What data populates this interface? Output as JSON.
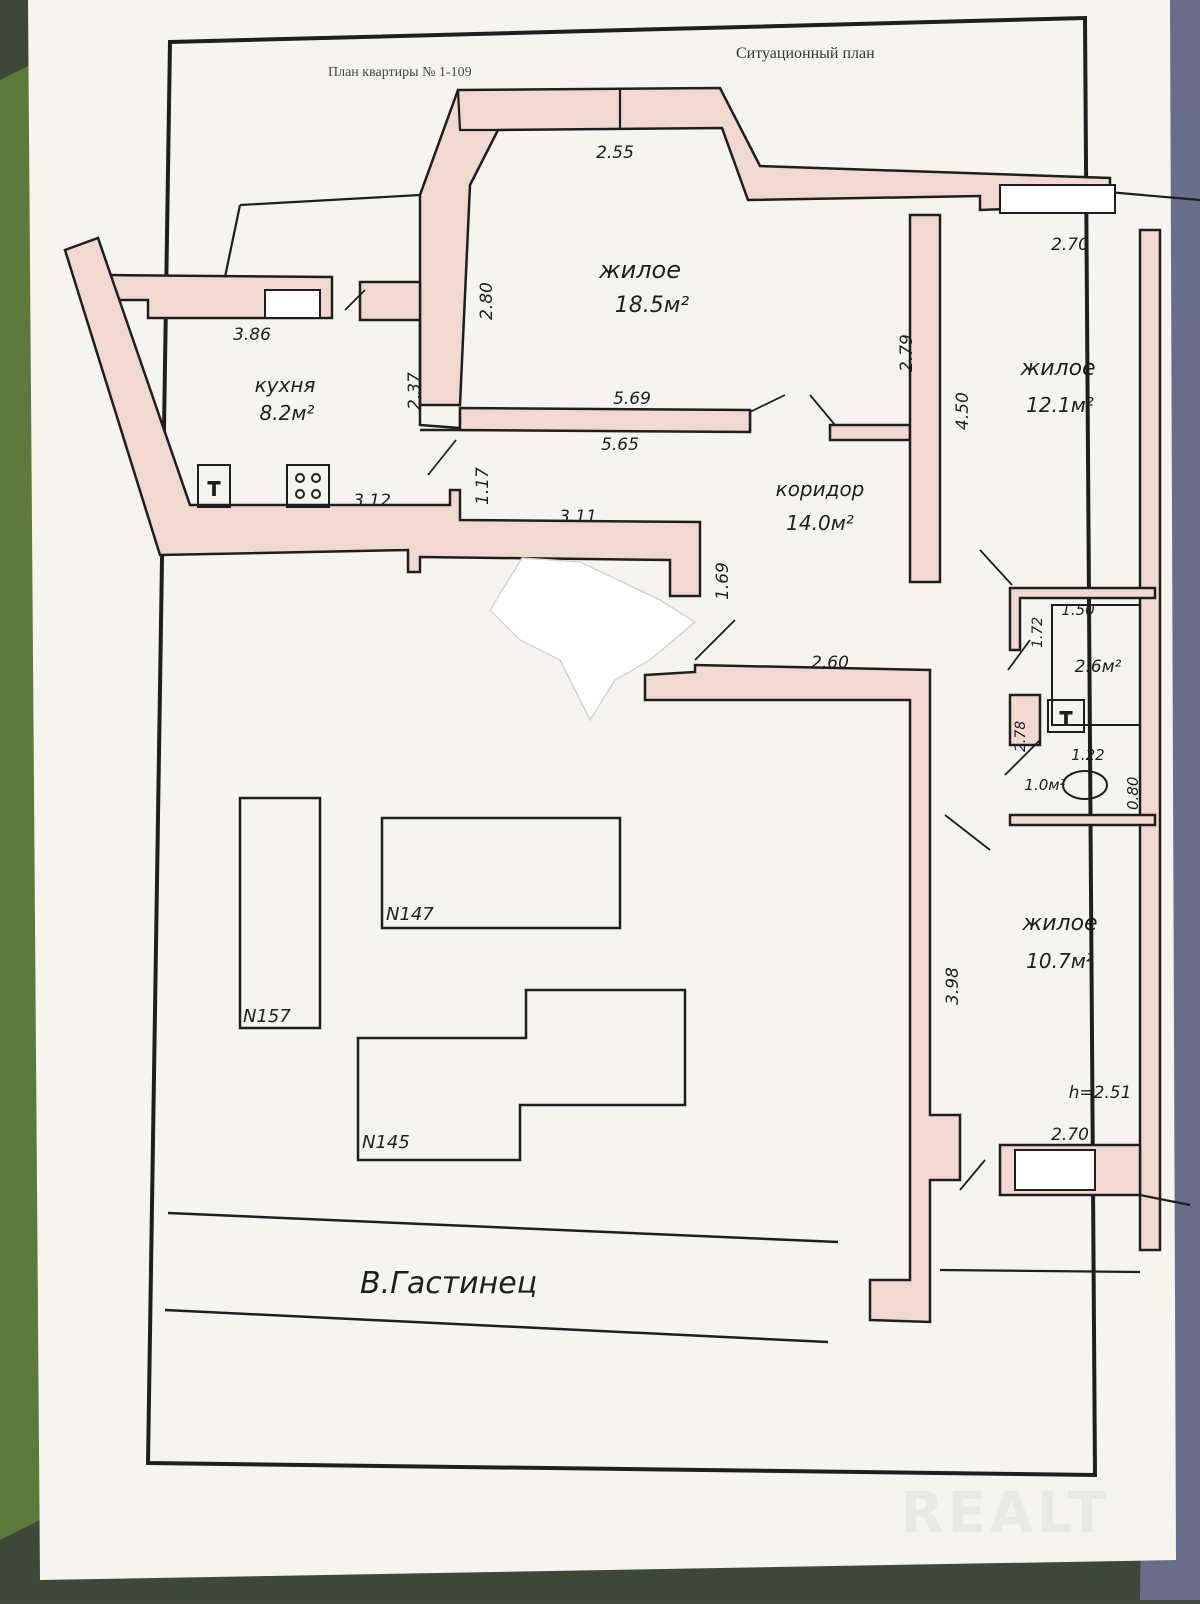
{
  "header": {
    "plan_label": "План квартиры № 1-109",
    "situation_label": "Ситуационный план"
  },
  "rooms": {
    "living_large": {
      "name": "жилое",
      "area": "18.5м²"
    },
    "living_mid": {
      "name": "жилое",
      "area": "12.1м²"
    },
    "living_small": {
      "name": "жилое",
      "area": "10.7м²"
    },
    "kitchen": {
      "name": "кухня",
      "area": "8.2м²"
    },
    "corridor": {
      "name": "коридор",
      "area": "14.0м²"
    },
    "bath": {
      "area": "2.6м²"
    },
    "wc": {
      "area": "1.0м²"
    }
  },
  "dimensions": {
    "d_255": "2.55",
    "d_280": "2.80",
    "d_279": "2.79",
    "d_569": "5.69",
    "d_565": "5.65",
    "d_386": "3.86",
    "d_237": "2.37",
    "d_117": "1.17",
    "d_312": "3.12",
    "d_311": "3.11",
    "d_169": "1.69",
    "d_270_top": "2.70",
    "d_450": "4.50",
    "d_150": "1.50",
    "d_172": "1.72",
    "d_260": "2.60",
    "d_278": "2.78",
    "d_122": "1.22",
    "d_080": "0.80",
    "d_398": "3.98",
    "d_270_bottom": "2.70",
    "ceiling_height": "h=2.51"
  },
  "buildings": {
    "b147": "N147",
    "b157": "N157",
    "b145": "N145"
  },
  "street": {
    "name": "В.Гастинец"
  },
  "watermark": {
    "text": "REALT"
  },
  "colors": {
    "paper": "#f6f4ef",
    "line": "#1e1e1e",
    "wall_fill": "#f1d9d1",
    "background": "#3f4a3a"
  }
}
